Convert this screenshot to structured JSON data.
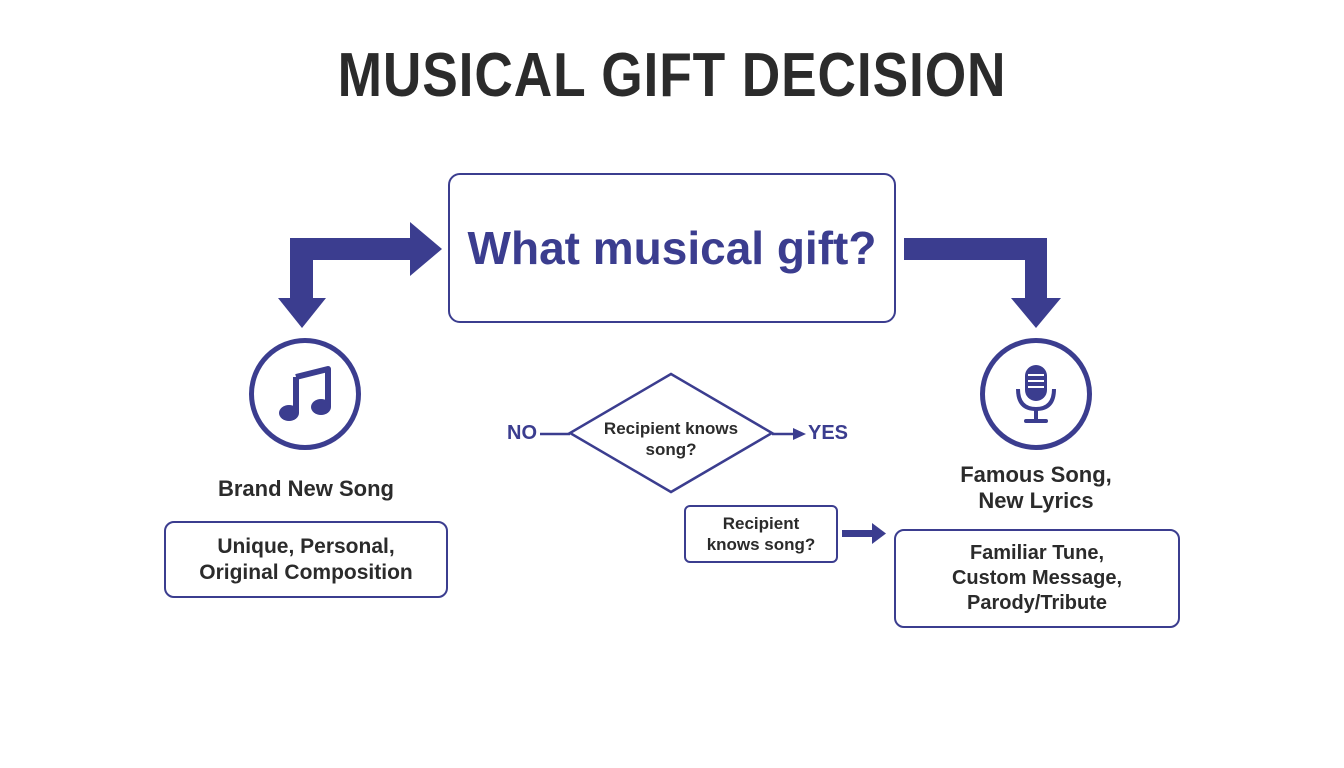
{
  "title": "MUSICAL GIFT DECISION",
  "question": "What musical gift?",
  "left_option": {
    "icon": "music-note-icon",
    "label": "Brand New Song",
    "description": "Unique, Personal,\nOriginal Composition"
  },
  "right_option": {
    "icon": "microphone-icon",
    "label": "Famous Song,\nNew Lyrics",
    "description": "Familiar Tune,\nCustom Message,\nParody/Tribute"
  },
  "decision": {
    "text": "Recipient knows\nsong?",
    "no_label": "NO",
    "yes_label": "YES"
  },
  "small_box_text": "Recipient\nknows song?",
  "colors": {
    "accent": "#3b3d8f",
    "text": "#2b2b2b"
  }
}
